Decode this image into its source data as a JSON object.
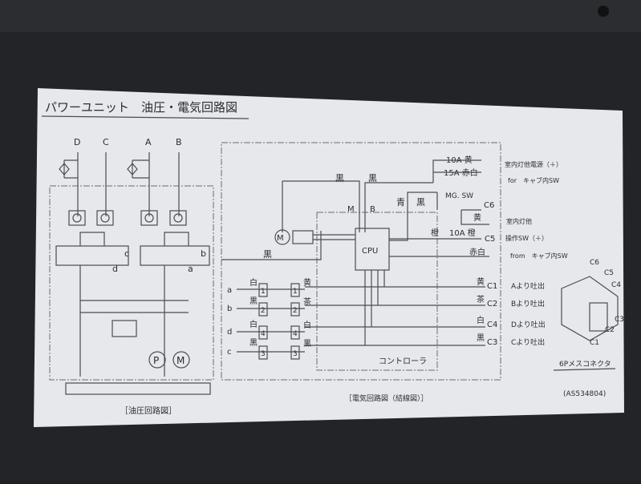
{
  "title": "パワーユニット　油圧・電気回路図",
  "hydraulic": {
    "ports": [
      "D",
      "C",
      "A",
      "B"
    ],
    "valve_labels": [
      "c",
      "b",
      "d",
      "a"
    ],
    "pump": "P",
    "motor": "M",
    "caption": "［油圧回路図］"
  },
  "electric": {
    "wire_top_left": "黒",
    "wire_top_right": "黒",
    "motor_label": "M",
    "terminal_m": "M",
    "terminal_b": "B",
    "ground_wire": "黒",
    "cpu": "CPU",
    "blue": "青",
    "black": "黒",
    "mg_sw": "MG. SW",
    "fuse1": "10A 黄",
    "fuse2": "15A 赤白",
    "c6": "C6",
    "yellow": "黄",
    "orange": "橙",
    "fuse3": "10A 橙",
    "c5": "C5",
    "red_white": "赤白",
    "outputs": [
      {
        "color": "黄",
        "pin": "C1",
        "desc": "Aより吐出"
      },
      {
        "color": "茶",
        "pin": "C2",
        "desc": "Bより吐出"
      },
      {
        "color": "白",
        "pin": "C4",
        "desc": "Dより吐出"
      },
      {
        "color": "黒",
        "pin": "C3",
        "desc": "Cより吐出"
      }
    ],
    "right_labels": [
      "室内灯他電源（＋）",
      "for　キャブ内SW",
      "室内灯他",
      "操作SW（＋）",
      "from　キャブ内SW"
    ],
    "inputs": [
      {
        "id": "a",
        "wire": "白",
        "num": "1",
        "out": "黄"
      },
      {
        "id": "b",
        "wire": "黒",
        "num": "2",
        "out": "茶"
      },
      {
        "id": "d",
        "wire": "白",
        "num": "4",
        "out": "白"
      },
      {
        "id": "c",
        "wire": "黒",
        "num": "3",
        "out": "黒"
      }
    ],
    "controller": "コントローラ",
    "caption": "［電気回路図（結線図）］"
  },
  "connector": {
    "pins": [
      "C6",
      "C5",
      "C4",
      "C3",
      "C2",
      "C1"
    ],
    "name": "6Pメスコネクタ"
  },
  "part_number": "(AS534804)"
}
